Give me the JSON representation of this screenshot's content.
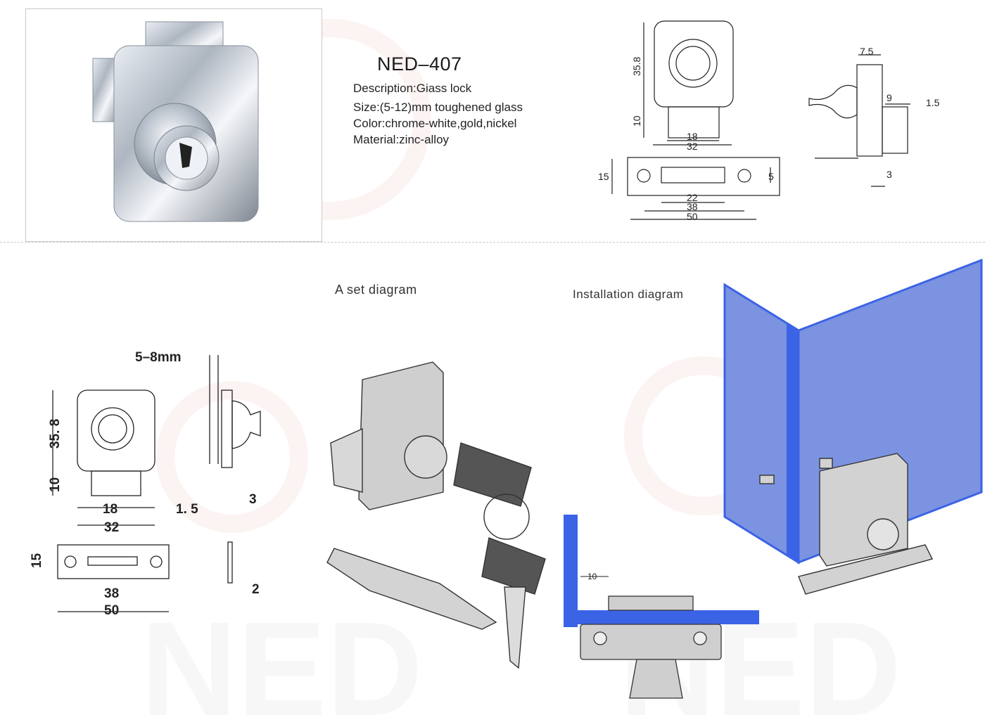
{
  "product": {
    "model": "NED–407",
    "specs": [
      "Description:Giass lock",
      "Size:(5-12)mm toughened glass",
      "Color:chrome-white,gold,nickel",
      "Material:zinc-alloy"
    ]
  },
  "set_diagram": {
    "title": "A set diagram"
  },
  "installation_diagram": {
    "title": "Installation  diagram"
  },
  "dims_top": {
    "height": "35.8",
    "base": "10",
    "w18": "18",
    "w32": "32",
    "plate_h": "15",
    "plate_t": "5",
    "p22": "22",
    "p38": "38",
    "p50": "50",
    "side_75": "7.5",
    "side_9": "9",
    "side_15": "1.5",
    "side_3": "3"
  },
  "dims_bottom": {
    "glass": "5–8mm",
    "height": "35. 8",
    "base": "10",
    "w18": "18",
    "w32": "32",
    "t15": "1. 5",
    "t3": "3",
    "plate_h": "15",
    "p38": "38",
    "p50": "50",
    "p2": "2",
    "install_10": "10"
  },
  "watermark": {
    "text": "NED"
  },
  "colors": {
    "glass": "#7b93e0",
    "glass_edge": "#3b63e6",
    "metal": "#c9c9c9",
    "line": "#222222"
  }
}
